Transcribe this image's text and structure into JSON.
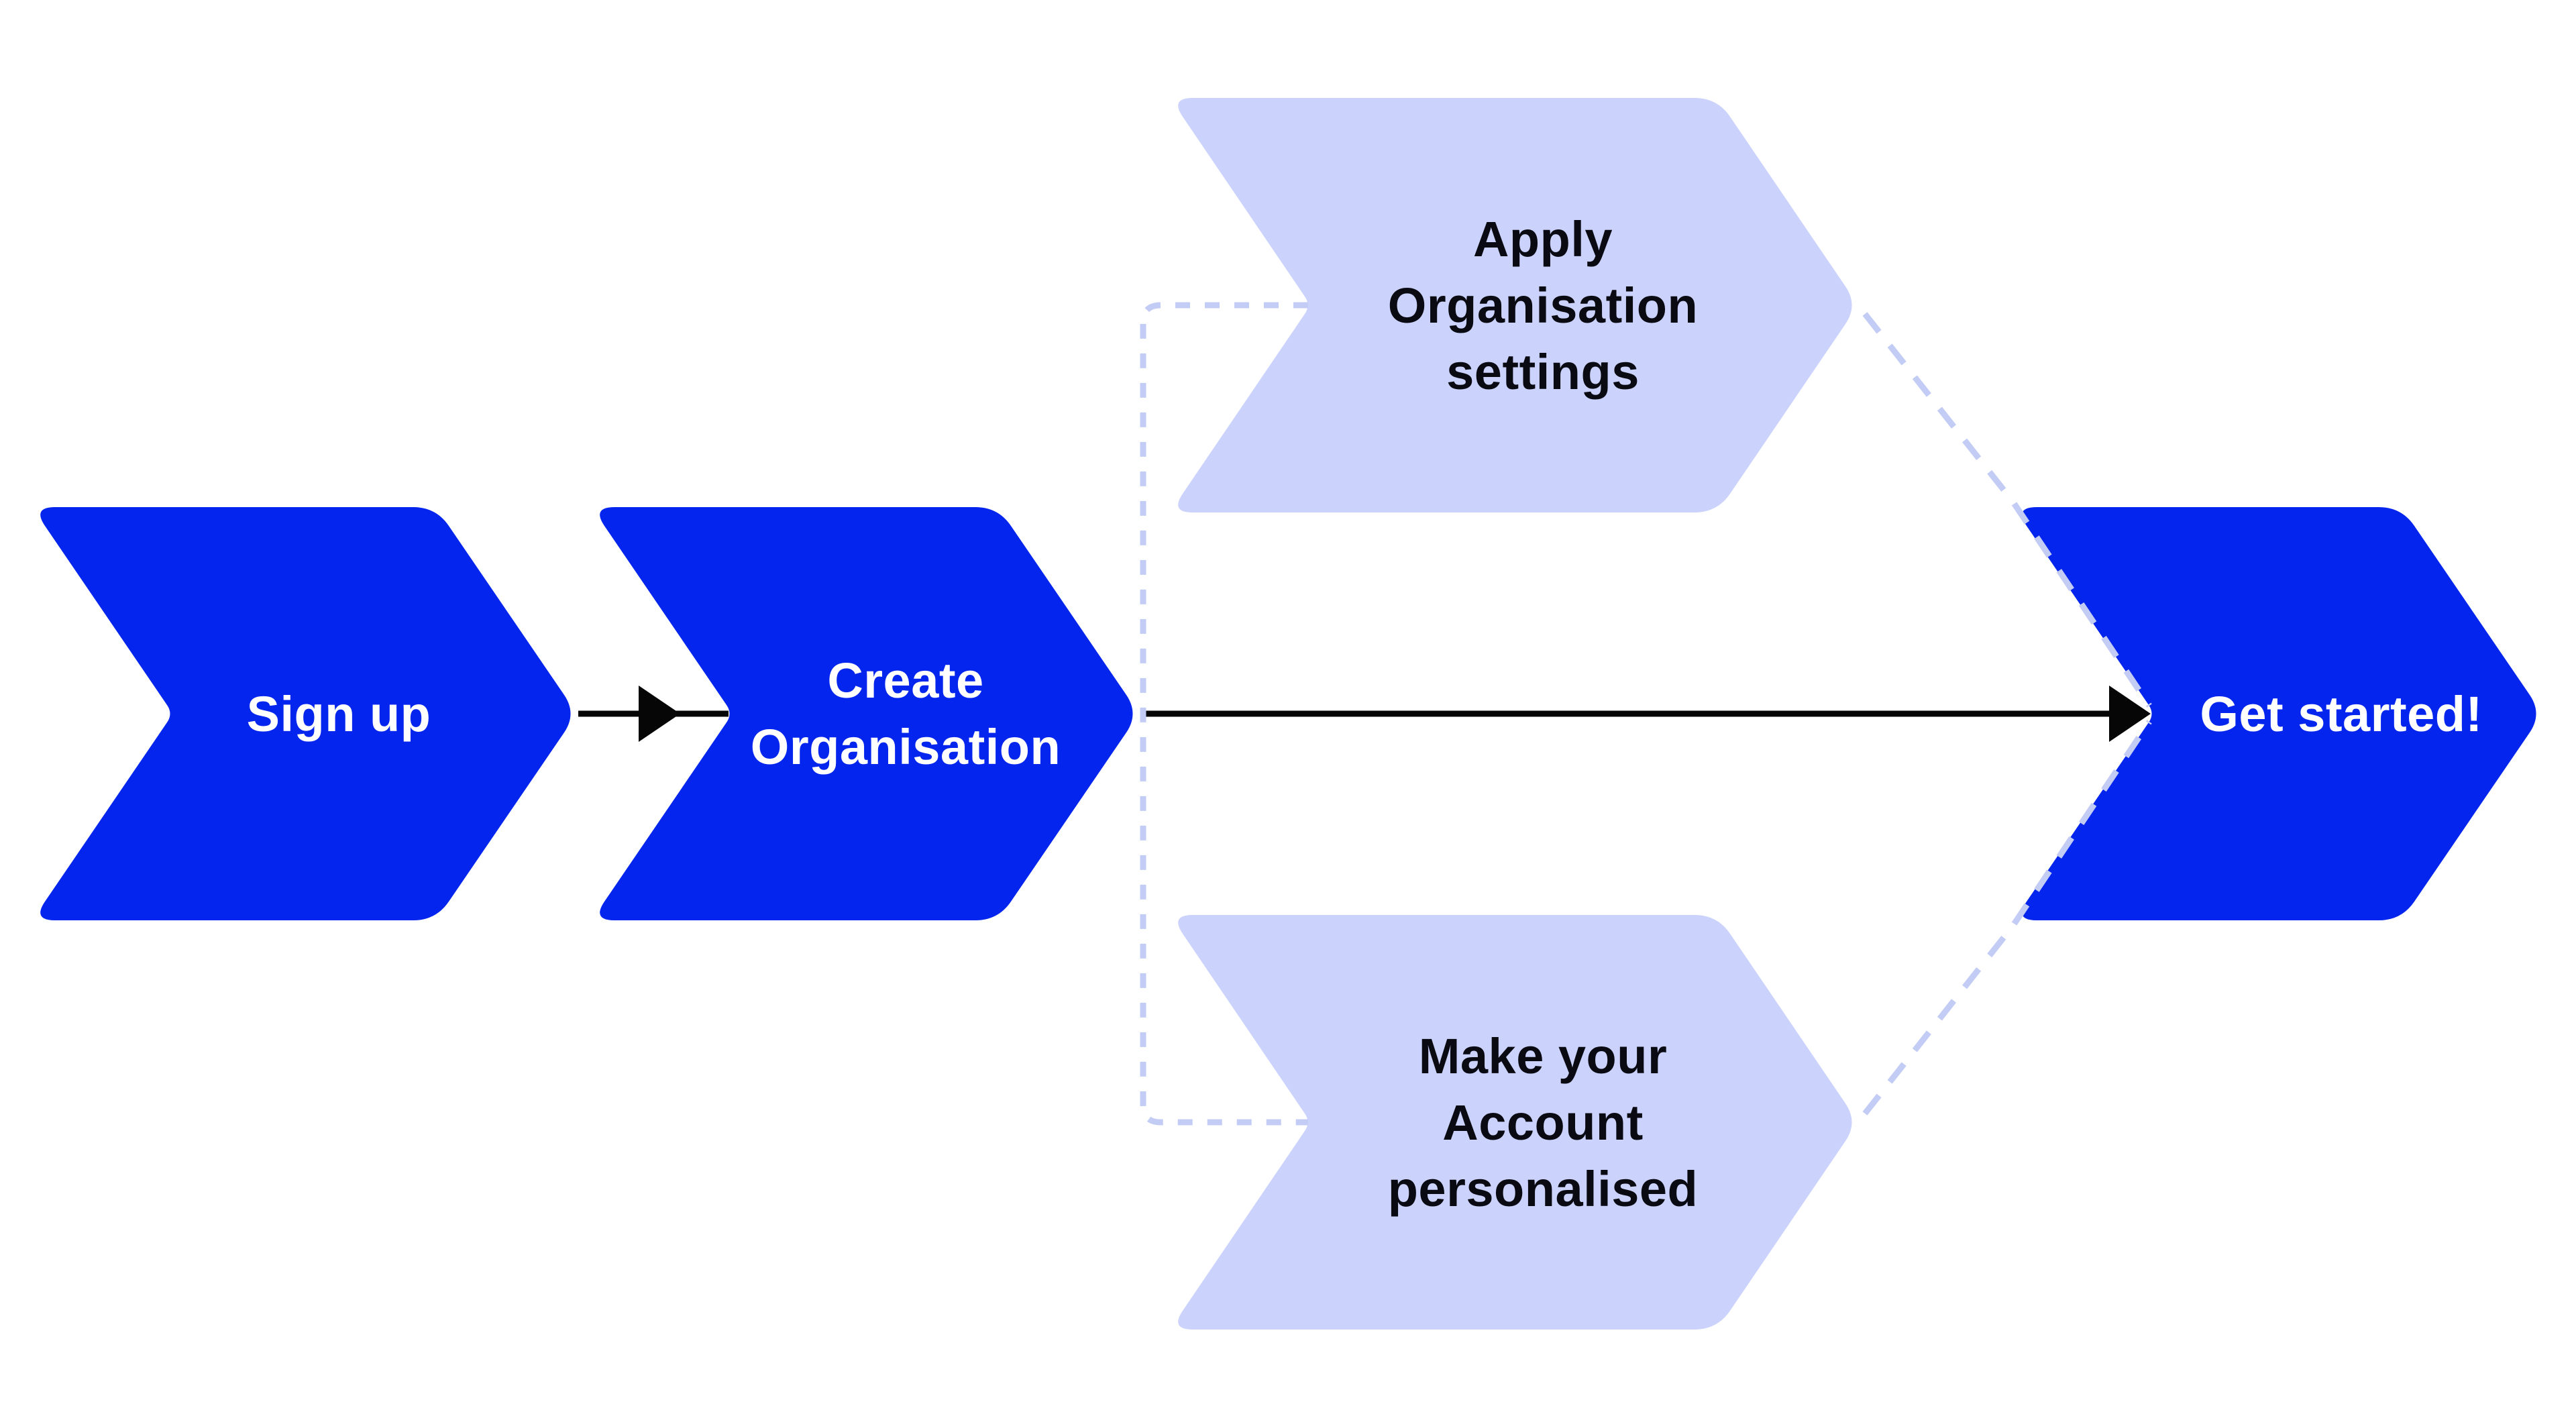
{
  "diagram": {
    "type": "flowchart",
    "nodes": [
      {
        "id": "sign-up",
        "label": "Sign up",
        "lines": [
          "Sign up"
        ],
        "variant": "primary"
      },
      {
        "id": "create-organisation",
        "label": "Create Organisation",
        "lines": [
          "Create",
          "Organisation"
        ],
        "variant": "primary"
      },
      {
        "id": "apply-organisation-settings",
        "label": "Apply Organisation settings",
        "lines": [
          "Apply",
          "Organisation",
          "settings"
        ],
        "variant": "optional"
      },
      {
        "id": "make-account-personalised",
        "label": "Make your Account personalised",
        "lines": [
          "Make your",
          "Account",
          "personalised"
        ],
        "variant": "optional"
      },
      {
        "id": "get-started",
        "label": "Get started!",
        "lines": [
          "Get started!"
        ],
        "variant": "primary"
      }
    ],
    "connectors": [
      {
        "from": "sign-up",
        "to": "create-organisation",
        "style": "solid-arrow"
      },
      {
        "from": "create-organisation",
        "to": "get-started",
        "style": "solid-arrow"
      },
      {
        "from": "create-organisation",
        "to": "apply-organisation-settings",
        "style": "dashed"
      },
      {
        "from": "create-organisation",
        "to": "make-account-personalised",
        "style": "dashed"
      },
      {
        "from": "apply-organisation-settings",
        "to": "get-started",
        "style": "dashed"
      },
      {
        "from": "make-account-personalised",
        "to": "get-started",
        "style": "dashed"
      }
    ],
    "colors": {
      "primary_blue": "#0425ee",
      "optional_lavender": "#cbd2fb",
      "dashed_stroke": "#c3ccf5",
      "arrow_black": "#060606",
      "text_on_primary": "#ffffff",
      "text_on_optional": "#0a0a12",
      "background": "#ffffff"
    }
  }
}
